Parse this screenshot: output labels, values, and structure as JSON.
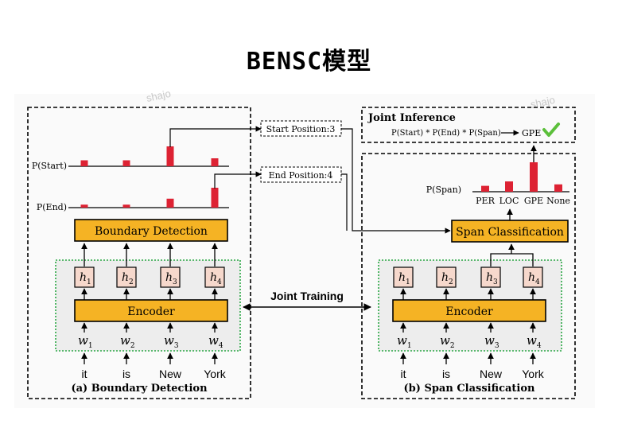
{
  "title": "BENSC模型",
  "left_panel": {
    "caption": "(a) Boundary Detection",
    "p_start_label": "P(Start)",
    "p_end_label": "P(End)",
    "boundary_box": "Boundary Detection",
    "encoder": "Encoder",
    "start_box": "Start Position:3",
    "end_box": "End Position:4",
    "start_probs": [
      0.3,
      0.3,
      1.0,
      0.4
    ],
    "end_probs": [
      0.15,
      0.15,
      0.45,
      1.0
    ]
  },
  "right_panel": {
    "caption": "(b) Span Classification",
    "span_box": "Span Classification",
    "encoder": "Encoder",
    "p_span_label": "P(Span)",
    "classes": [
      "PER",
      "LOC",
      "GPE",
      "None"
    ],
    "span_probs": [
      0.2,
      0.35,
      1.0,
      0.25
    ]
  },
  "joint_inference": {
    "title": "Joint Inference",
    "formula": "P(Start) * P(End) * P(Span)",
    "result": "GPE"
  },
  "joint_training": "Joint Training",
  "hidden": [
    "h1",
    "h2",
    "h3",
    "h4"
  ],
  "hidden_base": "h",
  "hidden_subs": [
    "1",
    "2",
    "3",
    "4"
  ],
  "word_base": "w",
  "word_subs": [
    "1",
    "2",
    "3",
    "4"
  ],
  "tokens": [
    "it",
    "is",
    "New",
    "York"
  ],
  "watermark": "shajo",
  "colors": {
    "box_fill": "#f5b324",
    "bar": "#dd2233",
    "hidden_fill": "#f6d8cc",
    "green_dotted": "#2aa745",
    "panel_bg": "#ededed",
    "check": "#5bbf3a"
  }
}
